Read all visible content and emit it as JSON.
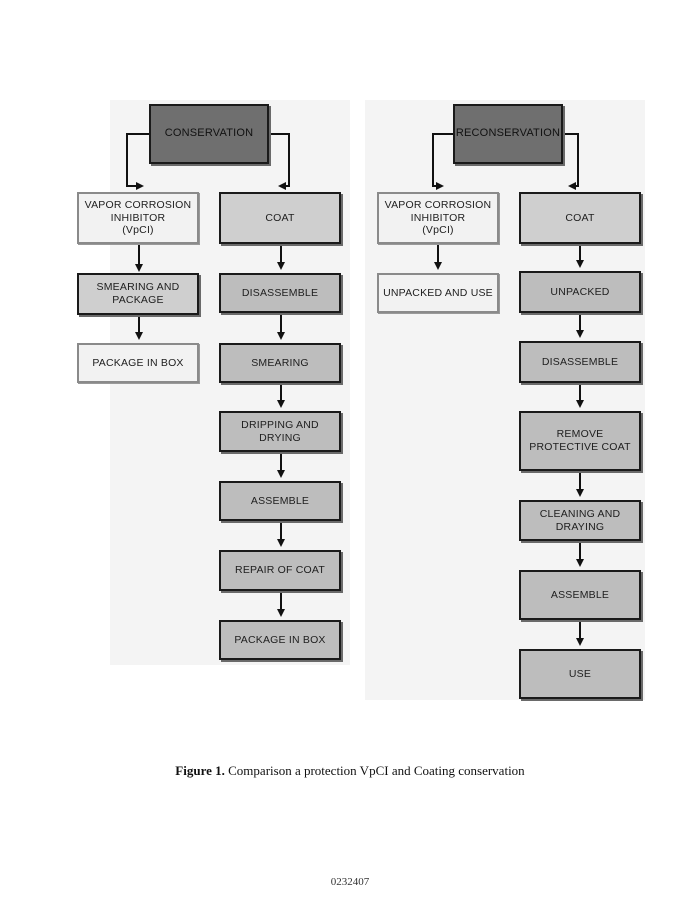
{
  "left": {
    "header": "CONSERVATION",
    "vpci": "VAPOR CORROSION\nINHIBITOR\n(VpCI)",
    "vpci_steps": [
      "SMEARING AND\nPACKAGE",
      "PACKAGE IN BOX"
    ],
    "coat": "COAT",
    "coat_steps": [
      "DISASSEMBLE",
      "SMEARING",
      "DRIPPING AND\nDRYING",
      "ASSEMBLE",
      "REPAIR OF COAT",
      "PACKAGE IN BOX"
    ]
  },
  "right": {
    "header": "RECONSERVATION",
    "vpci": "VAPOR CORROSION\nINHIBITOR\n(VpCI)",
    "vpci_steps": [
      "UNPACKED AND USE"
    ],
    "coat": "COAT",
    "coat_steps": [
      "UNPACKED",
      "DISASSEMBLE",
      "REMOVE\nPROTECTIVE COAT",
      "CLEANING AND\nDRAYING",
      "ASSEMBLE",
      "USE"
    ]
  },
  "caption": {
    "label": "Figure 1.",
    "text": " Comparison a protection VpCI and Coating conservation"
  },
  "page_number": "0232407"
}
